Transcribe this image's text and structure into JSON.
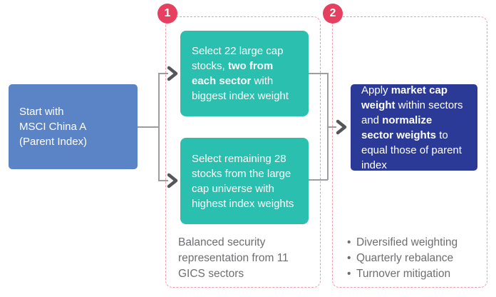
{
  "start_box": {
    "lines": [
      "Start with",
      "MSCI China A",
      "(Parent Index)"
    ]
  },
  "step1": {
    "badge": "1",
    "box_top": {
      "segments": [
        {
          "text": "Select 22 large cap stocks, ",
          "bold": false
        },
        {
          "text": "two from each sector",
          "bold": true
        },
        {
          "text": " with biggest index weight",
          "bold": false
        }
      ]
    },
    "box_bottom": {
      "text": "Select remaining 28 stocks from the large cap universe with highest index weights"
    },
    "caption": "Balanced security representation from 11 GICS sectors"
  },
  "step2": {
    "badge": "2",
    "box": {
      "segments": [
        {
          "text": "Apply ",
          "bold": false
        },
        {
          "text": "market cap weight",
          "bold": true
        },
        {
          "text": " within sectors and ",
          "bold": false
        },
        {
          "text": "normalize sector weights",
          "bold": true
        },
        {
          "text": " to equal those of parent index",
          "bold": false
        }
      ]
    },
    "bullet_char": "•",
    "bullets": [
      "Diversified weighting",
      "Quarterly rebalance",
      "Turnover mitigation"
    ]
  },
  "colors": {
    "parent_box_blue": "#5b84c6",
    "step_box_teal": "#2abfae",
    "apply_box_navy": "#2b3a97",
    "badge_red": "#e63f60",
    "dashed_border_pink": "#f29ba7",
    "connector_gray": "#9b9da0",
    "arrowhead_gray": "#55565a",
    "caption_text_gray": "#6d6e71",
    "box_text_white": "#ffffff"
  }
}
